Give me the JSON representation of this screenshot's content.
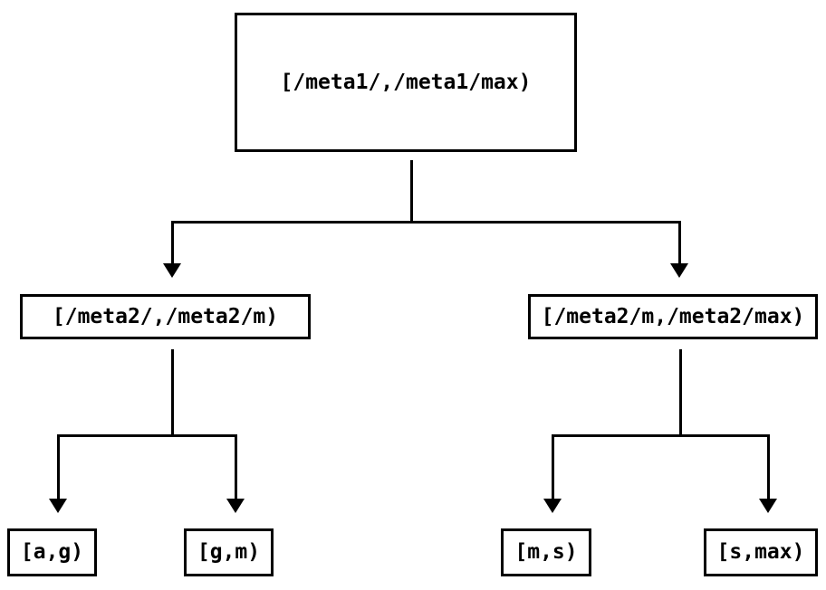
{
  "diagram": {
    "type": "tree",
    "nodes": {
      "root": {
        "label": "[/meta1/,/meta1/max)"
      },
      "mid_left": {
        "label": "[/meta2/,/meta2/m)"
      },
      "mid_right": {
        "label": "[/meta2/m,/meta2/max)"
      },
      "leaf_1": {
        "label": "[a,g)"
      },
      "leaf_2": {
        "label": "[g,m)"
      },
      "leaf_3": {
        "label": "[m,s)"
      },
      "leaf_4": {
        "label": "[s,max)"
      }
    },
    "edges": [
      {
        "from": "root",
        "to": "mid_left"
      },
      {
        "from": "root",
        "to": "mid_right"
      },
      {
        "from": "mid_left",
        "to": "leaf_1"
      },
      {
        "from": "mid_left",
        "to": "leaf_2"
      },
      {
        "from": "mid_right",
        "to": "leaf_3"
      },
      {
        "from": "mid_right",
        "to": "leaf_4"
      }
    ],
    "colors": {
      "line": "#000000",
      "text": "#000000",
      "background": "#ffffff"
    }
  }
}
